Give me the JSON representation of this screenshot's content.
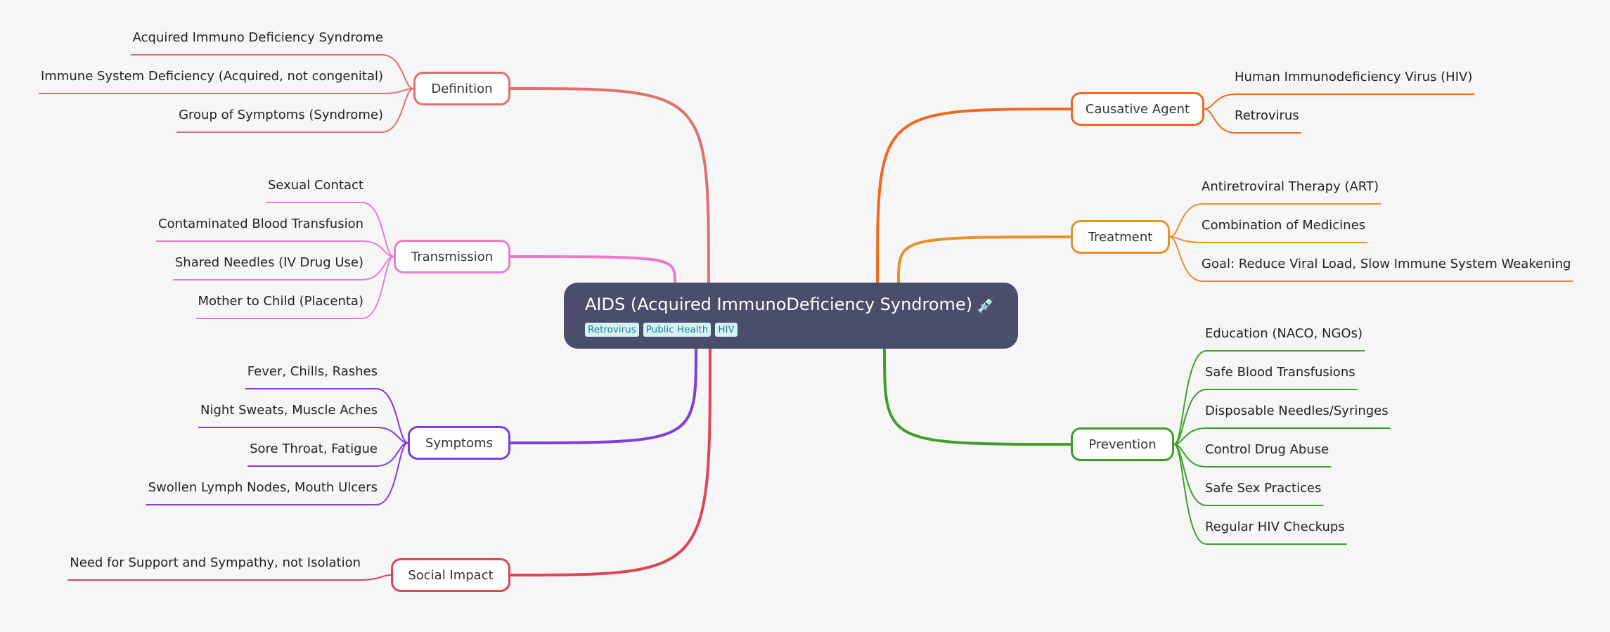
{
  "central": {
    "title": "AIDS (Acquired ImmunoDeficiency Syndrome)",
    "icon": "syringe-icon",
    "tags": [
      "Retrovirus",
      "Public Health",
      "HIV"
    ]
  },
  "colors": {
    "background": "#f6f6f6",
    "central_fill": "#4b4e6b",
    "tag_fill": "#d4f3f6",
    "tag_text": "#2b7d90"
  },
  "branches": [
    {
      "label": "Definition",
      "color": "#e07070",
      "children": [
        "Acquired Immuno Deficiency Syndrome",
        "Immune System Deficiency (Acquired, not congenital)",
        "Group of Symptoms (Syndrome)"
      ]
    },
    {
      "label": "Transmission",
      "color": "#e87cc9",
      "children": [
        "Sexual Contact",
        "Contaminated Blood Transfusion",
        "Shared Needles (IV Drug Use)",
        "Mother to Child (Placenta)"
      ]
    },
    {
      "label": "Symptoms",
      "color": "#7e3ddd",
      "children": [
        "Fever, Chills, Rashes",
        "Night Sweats, Muscle Aches",
        "Sore Throat, Fatigue",
        "Swollen Lymph Nodes, Mouth Ulcers"
      ]
    },
    {
      "label": "Social Impact",
      "color": "#dd4455",
      "children": [
        "Need for Support and Sympathy, not Isolation"
      ]
    },
    {
      "label": "Causative Agent",
      "color": "#f06820",
      "children": [
        "Human Immunodeficiency Virus (HIV)",
        "Retrovirus"
      ]
    },
    {
      "label": "Treatment",
      "color": "#e8902a",
      "children": [
        "Antiretroviral Therapy (ART)",
        "Combination of Medicines",
        "Goal: Reduce Viral Load, Slow Immune System Weakening"
      ]
    },
    {
      "label": "Prevention",
      "color": "#3f9e2a",
      "children": [
        "Education (NACO, NGOs)",
        "Safe Blood Transfusions",
        "Disposable Needles/Syringes",
        "Control Drug Abuse",
        "Safe Sex Practices",
        "Regular HIV Checkups"
      ]
    }
  ]
}
